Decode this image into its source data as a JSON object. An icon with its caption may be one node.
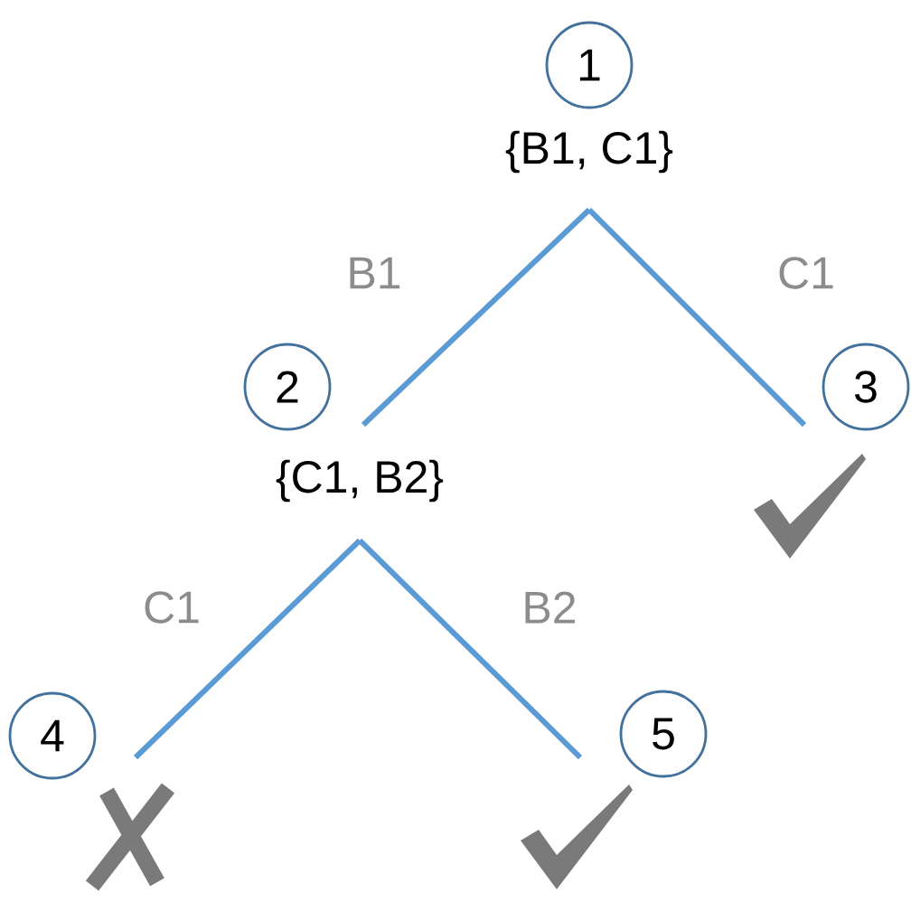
{
  "diagram": {
    "nodes": [
      {
        "text": [
          "1"
        ],
        "beside": [
          "{B1, C1}"
        ]
      },
      {
        "text": [
          "2"
        ],
        "beside": [
          "{C1, B2}"
        ]
      },
      {
        "text": [
          "3"
        ]
      },
      {
        "text": [
          "4"
        ]
      },
      {
        "text": [
          "5"
        ]
      }
    ],
    "edges": [
      {
        "from": 0,
        "to": 1,
        "arrow": "none",
        "label": "B1"
      },
      {
        "from": 0,
        "to": 2,
        "arrow": "none",
        "label": "C1"
      },
      {
        "from": 1,
        "to": 3,
        "arrow": "none",
        "label": "C1"
      },
      {
        "from": 1,
        "to": 4,
        "arrow": "none",
        "label": "B2"
      }
    ]
  }
}
